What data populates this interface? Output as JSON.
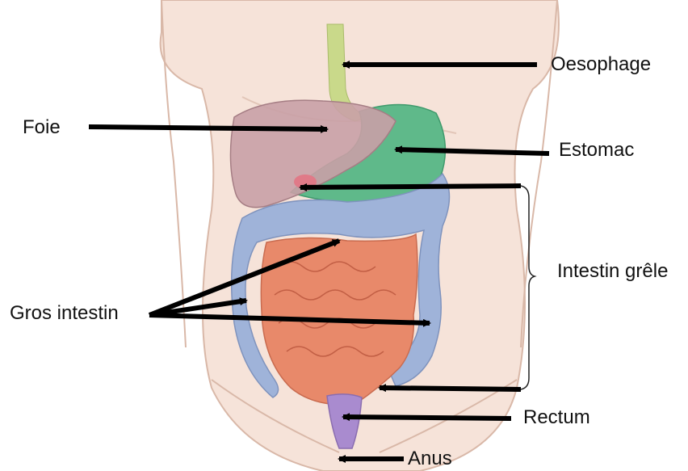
{
  "labels": {
    "foie": "Foie",
    "oesophage": "Oesophage",
    "estomac": "Estomac",
    "intestin_grele": "Intestin grêle",
    "gros_intestin": "Gros intestin",
    "rectum": "Rectum",
    "anus": "Anus"
  },
  "colors": {
    "skin": "#f6e3d9",
    "skin_outline": "#d9b8a8",
    "esophagus": "#c9d98a",
    "liver": "#c9a0a6",
    "stomach": "#5fb98a",
    "small_intestine": "#e8896a",
    "large_intestine": "#9fb3d9",
    "rectum": "#a98bcf",
    "arrow": "#000000"
  }
}
